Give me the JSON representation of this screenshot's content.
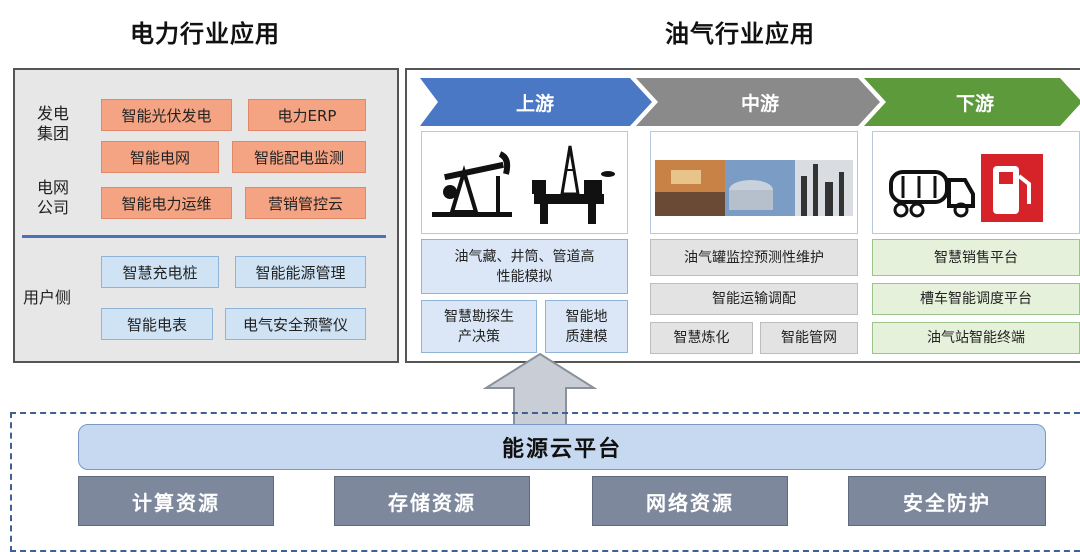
{
  "power": {
    "title": "电力行业应用",
    "group1_label": "发电\n集团",
    "group2_label": "电网\n公司",
    "user_label": "用户侧",
    "items_orange": [
      "智能光伏发电",
      "电力ERP",
      "智能电网",
      "智能配电监测",
      "智能电力运维",
      "营销管控云"
    ],
    "items_blue": [
      "智慧充电桩",
      "智能能源管理",
      "智能电表",
      "电气安全预警仪"
    ]
  },
  "oil": {
    "title": "油气行业应用",
    "stages": [
      "上游",
      "中游",
      "下游"
    ],
    "upstream": {
      "modeling": "油气藏、井筒、管道高\n性能模拟",
      "decision": "智慧勘探生\n产决策",
      "geo": "智能地\n质建模"
    },
    "midstream": {
      "tank": "油气罐监控预测性维护",
      "transport": "智能运输调配",
      "refine": "智慧炼化",
      "pipe": "智能管网"
    },
    "downstream": {
      "sales": "智慧销售平台",
      "tanker": "槽车智能调度平台",
      "station": "油气站智能终端"
    }
  },
  "platform": {
    "name": "能源云平台",
    "resources": [
      "计算资源",
      "存储资源",
      "网络资源",
      "安全防护"
    ]
  },
  "colors": {
    "upstream": "#4a78c4",
    "midstream": "#8a8a8a",
    "downstream": "#5d9a3c",
    "orange": "#f4a483",
    "blue": "#cfe3f5"
  }
}
